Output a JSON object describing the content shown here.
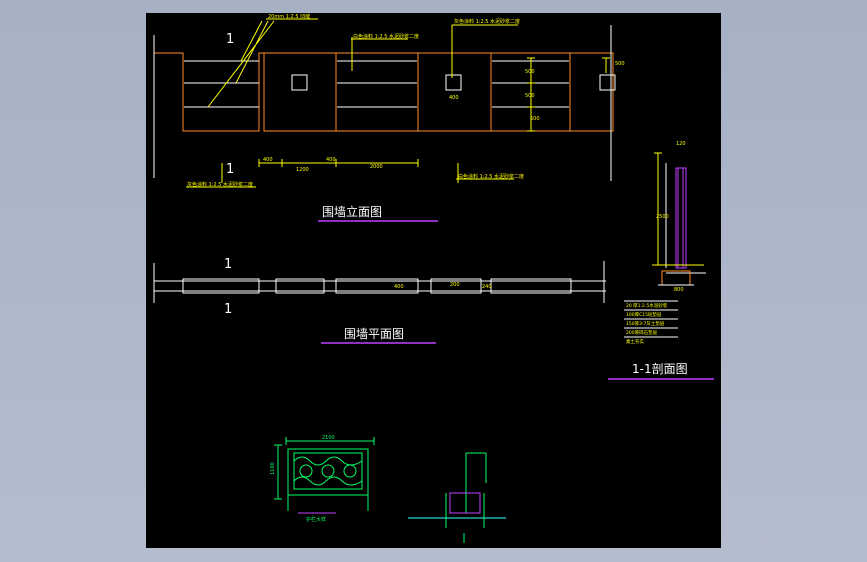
{
  "viewport": {
    "background": "#a9b4c6",
    "canvas_background": "#000000"
  },
  "colors": {
    "yellow": "#ffff00",
    "orange": "#ff8c2a",
    "white": "#ffffff",
    "magenta": "#ff00ff",
    "green": "#00ff66",
    "cyan": "#33ffff",
    "purple": "#c040ff"
  },
  "elevation": {
    "title": "围墙立面图",
    "section_mark_top": "1",
    "section_mark_bottom": "1",
    "note_top_left": "20mm   1:2.5 凹缝",
    "note_top_mid": "白色涂料 1:2.5 水泥砂浆二度",
    "note_top_right": "灰色涂料 1:2.5 水泥砂浆二度",
    "note_bottom_left": "灰色涂料 1:2.5 水泥砂浆二度",
    "note_bottom_right": "白色涂料 1:2.5 水泥砂浆二度",
    "dim_400_a": "400",
    "dim_1200": "1200",
    "dim_400_b": "400",
    "dim_2000": "2000",
    "dim_400_box": "400",
    "dim_v1": "500",
    "dim_v2": "500",
    "dim_v3": "500",
    "dim_v4": "500"
  },
  "plan": {
    "title": "围墙平面图",
    "section_mark_top": "1",
    "section_mark_bottom": "1",
    "dim_a": "400",
    "dim_b": "200",
    "dim_c": "240"
  },
  "section": {
    "title": "1-1剖面图",
    "dim_top": "120",
    "dim_height": "2500",
    "dim_base": "800",
    "layers": [
      "20 厚1:2.5水泥砂浆",
      "100厚C15砼垫层",
      "150厚3:7灰土垫层",
      "200厚碎石垫层",
      "素土夯实"
    ]
  },
  "railing": {
    "dim_width": "2100",
    "dim_height": "1100",
    "label": "护栏大样"
  }
}
